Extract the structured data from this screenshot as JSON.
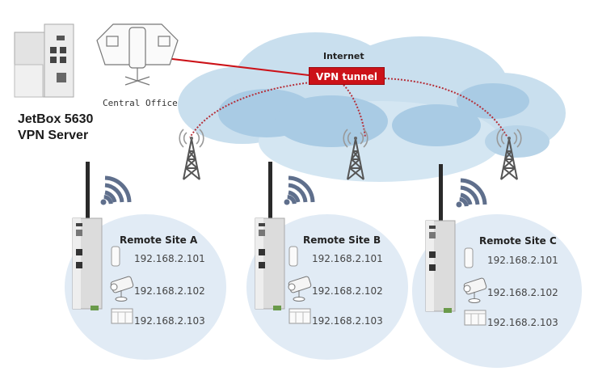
{
  "server": {
    "name_line1": "JetBox 5630",
    "name_line2": "VPN Server",
    "location_label": "Central Office"
  },
  "internet": {
    "label": "Internet",
    "tunnel_label": "VPN tunnel"
  },
  "colors": {
    "tunnel_red": "#cc1218",
    "cloud_light": "#c9dfee",
    "cloud_mid": "#a9cbe4",
    "site_ellipse": "#e1ebf5",
    "wifi_arcs": "#5f6f8c"
  },
  "sites": [
    {
      "title": "Remote Site A",
      "devices": [
        {
          "icon": "sensor-icon",
          "ip": "192.168.2.101"
        },
        {
          "icon": "ip-camera-icon",
          "ip": "192.168.2.102"
        },
        {
          "icon": "io-box-icon",
          "ip": "192.168.2.103"
        }
      ]
    },
    {
      "title": "Remote Site B",
      "devices": [
        {
          "icon": "sensor-icon",
          "ip": "192.168.2.101"
        },
        {
          "icon": "ip-camera-icon",
          "ip": "192.168.2.102"
        },
        {
          "icon": "io-box-icon",
          "ip": "192.168.2.103"
        }
      ]
    },
    {
      "title": "Remote Site C",
      "devices": [
        {
          "icon": "sensor-icon",
          "ip": "192.168.2.101"
        },
        {
          "icon": "ip-camera-icon",
          "ip": "192.168.2.102"
        },
        {
          "icon": "io-box-icon",
          "ip": "192.168.2.103"
        }
      ]
    }
  ]
}
